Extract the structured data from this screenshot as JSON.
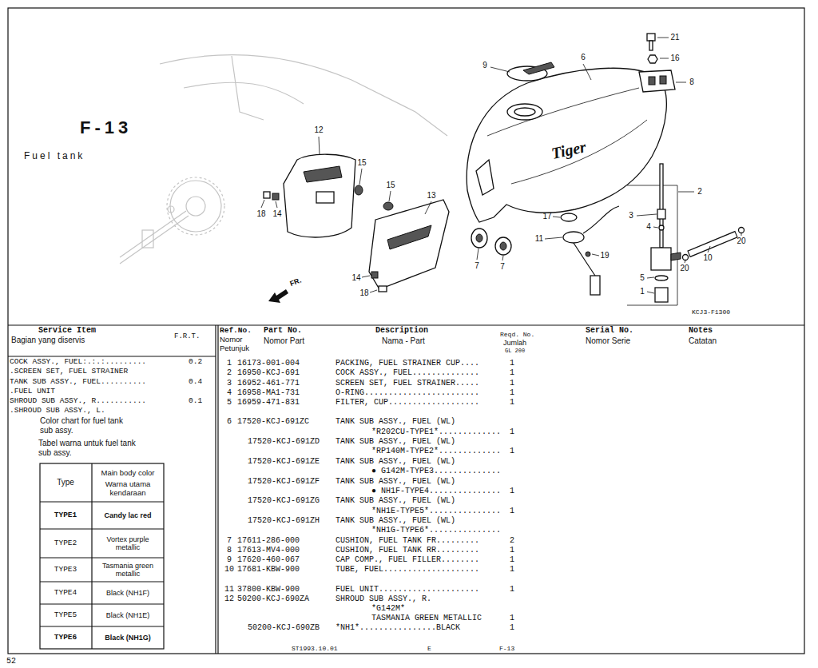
{
  "diagram": {
    "title": "F-13",
    "labels": [
      "Fuel tank",
      "21",
      "16",
      "9",
      "6",
      "8",
      "12",
      "15",
      "15",
      "13",
      "2",
      "3",
      "4",
      "17",
      "11",
      "19",
      "5",
      "1",
      "20",
      "20",
      "10",
      "7",
      "7",
      "14",
      "18",
      "14",
      "18",
      "FR.",
      "KCJ3-F1300",
      "Tiger",
      "Service Item",
      "Bagian yang diservis",
      "F.R.T.",
      "Ref.No.",
      "Nomor Petunjuk",
      "Part No.",
      "Nomor Part",
      "Description",
      "Nama - Part",
      "Reqd. No.",
      "Jumlah",
      "GL 200",
      "Serial No.",
      "Nomor Serie",
      "Notes",
      "Catatan",
      "COCK ASSY., FUEL:.:.:.........",
      "0.2",
      ".SCREEN SET, FUEL STRAINER",
      "TANK SUB ASSY., FUEL..........",
      "0.4",
      ".FUEL UNIT",
      "SHROUD SUB ASSY., R...........",
      "0.1",
      ".SHROUD SUB ASSY., L.",
      "Color chart for fuel tank sub assy.",
      "Tabel warna untuk fuel tank sub assy.",
      "Type",
      "Main body color",
      "Warna utama kendaraan",
      "TYPE1",
      "Candy lac red",
      "TYPE2",
      "Vortex purple metallic",
      "TYPE3",
      "Tasmania green metallic",
      "TYPE4",
      "Black (NH1F)",
      "TYPE5",
      "Black (NH1E)",
      "TYPE6",
      "Black (NH1G)",
      "1",
      "16173-001-004",
      "PACKING, FUEL STRAINER CUP....",
      "1",
      "2",
      "16950-KCJ-691",
      "COCK ASSY., FUEL..............",
      "1",
      "3",
      "16952-461-771",
      "SCREEN SET, FUEL STRAINER.....",
      "1",
      "4",
      "16958-MA1-731",
      "O-RING........................",
      "1",
      "5",
      "16959-471-831",
      "FILTER, CUP...................",
      "1",
      "6",
      "17520-KCJ-691ZC",
      "TANK SUB ASSY., FUEL (WL)",
      "*R202CU-TYPE1*.............",
      "1",
      "17520-KCJ-691ZD",
      "TANK SUB ASSY., FUEL (WL)",
      "*RP140M-TYPE2*.............",
      "1",
      "17520-KCJ-691ZE",
      "TANK SUB ASSY., FUEL (WL)",
      "● G142M-TYPE3..............",
      "17520-KCJ-691ZF",
      "TANK SUB ASSY., FUEL (WL)",
      "● NH1F-TYPE4...............",
      "1",
      "17520-KCJ-691ZG",
      "TANK SUB ASSY., FUEL (WL)",
      "*NH1E-TYPE5*...............",
      "1",
      "17520-KCJ-691ZH",
      "TANK SUB ASSY., FUEL (WL)",
      "*NH1G-TYPE6*...............",
      "7",
      "17611-286-000",
      "CUSHION, FUEL TANK FR.........",
      "2",
      "8",
      "17613-MV4-000",
      "CUSHION, FUEL TANK RR.........",
      "1",
      "9",
      "17620-460-067",
      "CAP COMP., FUEL FILLER........",
      "1",
      "10",
      "17681-KBW-900",
      "TUBE, FUEL....................",
      "1",
      "11",
      "37800-KBW-900",
      "FUEL UNIT.....................",
      "1",
      "12",
      "50200-KCJ-690ZA",
      "SHROUD SUB ASSY., R.",
      "*G142M*",
      "TASMANIA GREEN METALLIC",
      "1",
      "50200-KCJ-690ZB",
      "*NH1*................BLACK",
      "1",
      "ST1993.10.01",
      "E",
      "F-13",
      "52"
    ]
  }
}
